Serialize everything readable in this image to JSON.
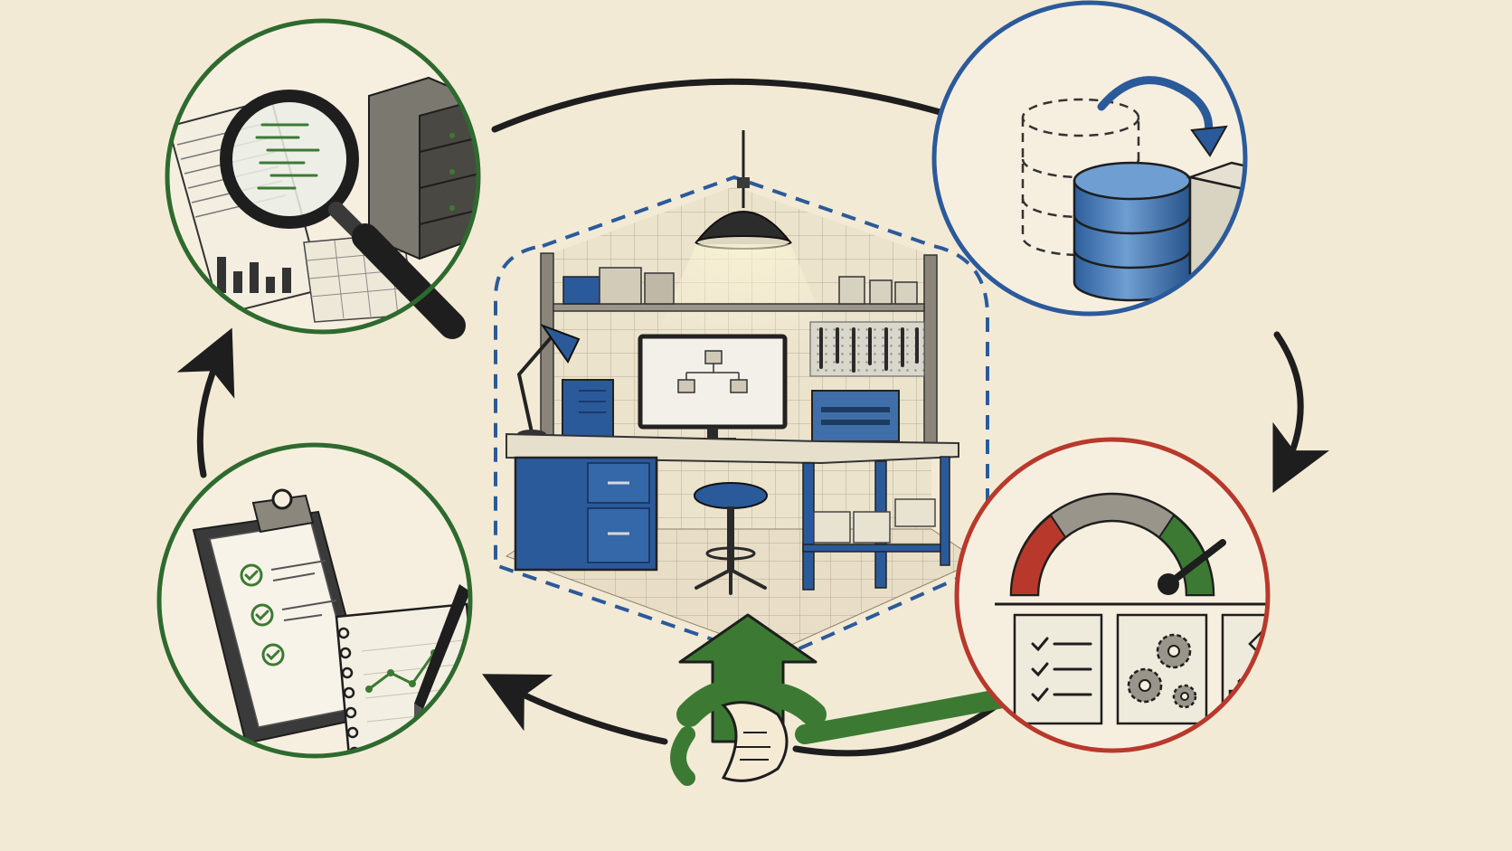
{
  "diagram": {
    "kind": "process-cycle",
    "center": {
      "icon": "workshop-workbench-icon"
    },
    "handoff": {
      "icon": "handshake-icon"
    },
    "stages": [
      {
        "id": "analysis",
        "icon": "magnifier-over-reports-icon",
        "ring_color": "#2e6a2e"
      },
      {
        "id": "migration",
        "icon": "database-to-server-icon",
        "ring_color": "#2b5a9a"
      },
      {
        "id": "performance",
        "icon": "gauge-checklist-gears-flowchart-icon",
        "ring_color": "#b8392c"
      },
      {
        "id": "planning",
        "icon": "clipboard-notebook-icon",
        "ring_color": "#2e6a2e"
      }
    ],
    "flow": [
      "analysis",
      "migration",
      "performance",
      "handoff",
      "planning",
      "analysis"
    ],
    "colors": {
      "paper": "#f3ead6",
      "ink": "#1e1e1e",
      "blue": "#2b5a9a",
      "green": "#3c7a33",
      "red": "#b8392c"
    }
  }
}
